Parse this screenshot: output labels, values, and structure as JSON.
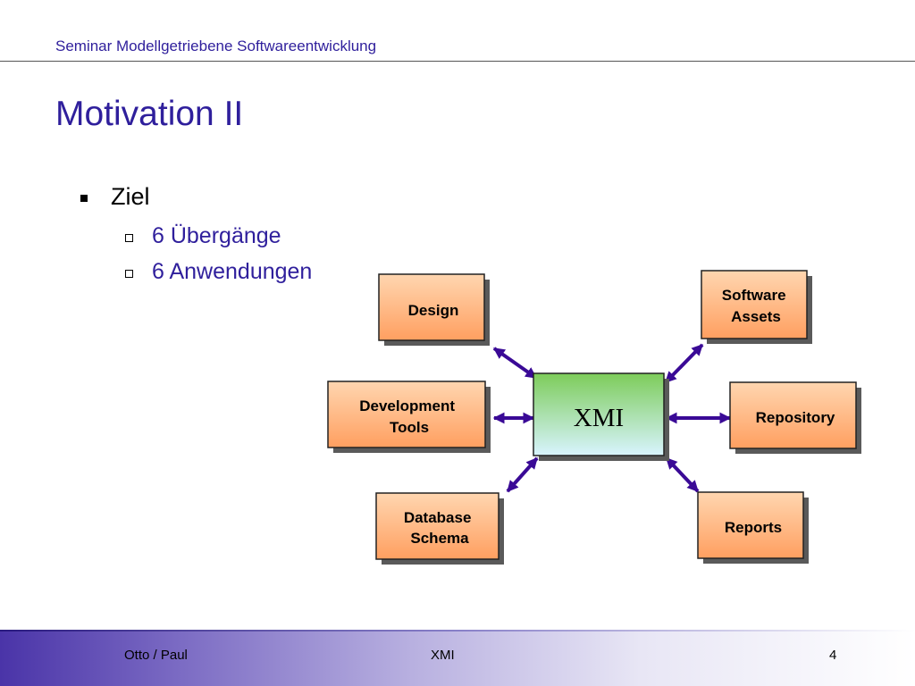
{
  "header": {
    "title": "Seminar Modellgetriebene Softwareentwicklung"
  },
  "slide": {
    "title": "Motivation II",
    "bullet": "Ziel",
    "subbullets": [
      "6 Übergänge",
      "6 Anwendungen"
    ]
  },
  "diagram": {
    "center": "XMI",
    "nodes": {
      "design": [
        "Design"
      ],
      "devtools": [
        "Development",
        "Tools"
      ],
      "dbschema": [
        "Database",
        "Schema"
      ],
      "assets": [
        "Software",
        "Assets"
      ],
      "repository": [
        "Repository"
      ],
      "reports": [
        "Reports"
      ]
    },
    "colors": {
      "arrow": "#3a0a96",
      "box_top": "#ffd6b0",
      "box_bottom": "#ff9f60",
      "center_top": "#7dcc5a",
      "center_bottom": "#d8f4ff",
      "shadow": "#5a5a5a"
    }
  },
  "footer": {
    "authors": "Otto / Paul",
    "topic": "XMI",
    "page": "4"
  }
}
